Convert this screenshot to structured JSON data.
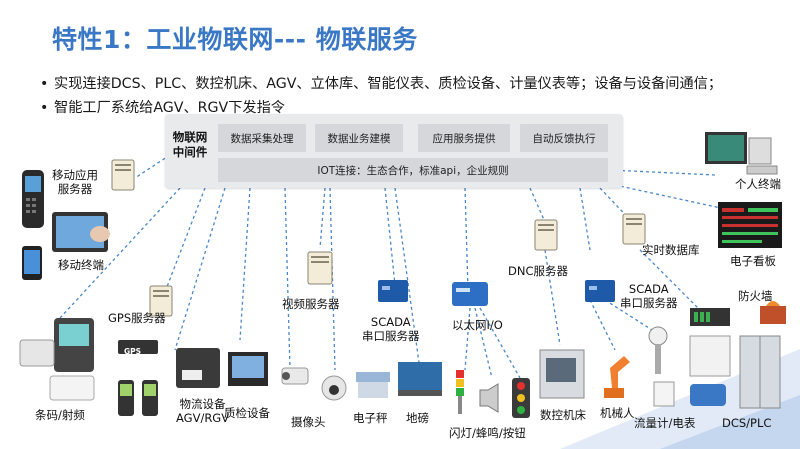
{
  "title": "特性1：工业物联网--- 物联服务",
  "bullets": [
    "实现连接DCS、PLC、数控机床、AGV、立体库、智能仪表、质检设备、计量仪表等；设备与设备间通信；",
    "智能工厂系统给AGV、RGV下发指令"
  ],
  "middleware": {
    "label_line1": "物联网",
    "label_line2": "中间件",
    "modules": [
      "数据采集处理",
      "数据业务建模",
      "应用服务提供",
      "自动反馈执行"
    ],
    "iot": "IOT连接：生态合作，标准api，企业规则"
  },
  "nodes": {
    "mobile_app_server_1": "移动应用",
    "mobile_app_server_2": "服务器",
    "mobile_terminal": "移动终端",
    "gps_server": "GPS服务器",
    "gps_device_text": "GPS",
    "video_server": "视频服务器",
    "scada_serial_1_line1": "SCADA",
    "scada_serial_1_line2": "串口服务器",
    "ethernet_io": "以太网I/O",
    "dnc_server": "DNC服务器",
    "realtime_db": "实时数据库",
    "scada_serial_2_line1": "SCADA",
    "scada_serial_2_line2": "串口服务器",
    "firewall": "防火墙",
    "personal_terminal": "个人终端",
    "e_board": "电子看板",
    "barcode_rfid": "条码/射频",
    "logistics_line1": "物流设备",
    "logistics_line2": "AGV/RGV",
    "quality": "质检设备",
    "camera": "摄像头",
    "scale": "电子秤",
    "weighbridge": "地磅",
    "alarm": "闪灯/蜂鸣/按钮",
    "cnc": "数控机床",
    "robot": "机械人",
    "flowmeter": "流量计/电表",
    "dcs_plc": "DCS/PLC"
  },
  "colors": {
    "title": "#3a78c6",
    "link": "#4a86c8",
    "accent": "#c8d8ee"
  }
}
